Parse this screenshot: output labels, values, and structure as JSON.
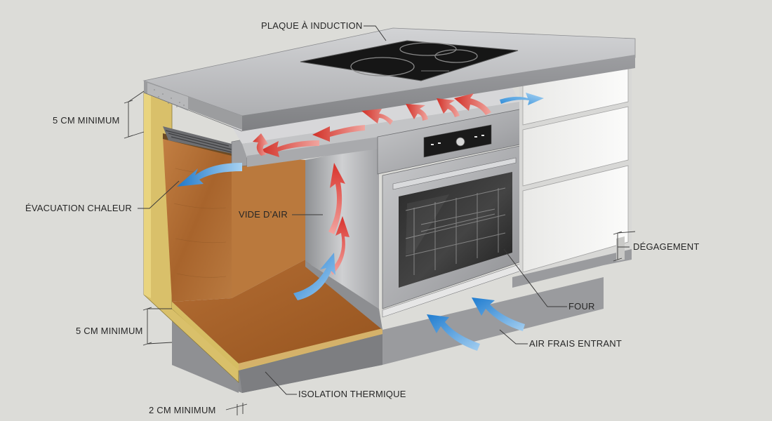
{
  "labels": {
    "induction": "PLAQUE À INDUCTION",
    "top_gap": "5 CM MINIMUM",
    "heat_exhaust": "ÉVACUATION CHALEUR",
    "air_gap": "VIDE D’AIR",
    "clearance": "DÉGAGEMENT",
    "oven": "FOUR",
    "bottom_gap": "5 CM MINIMUM",
    "fresh_air": "AIR FRAIS ENTRANT",
    "insulation": "ISOLATION THERMIQUE",
    "base_gap": "2 CM MINIMUM"
  },
  "colors": {
    "background": "#dcdcd8",
    "countertop": "#bfc0c2",
    "hob": "#161616",
    "insulation": "#d9c06a",
    "wood": "#b9773e",
    "steel": "#b7b8ba",
    "drawer": "#f4f4f2",
    "hot_air": "#d9322b",
    "cool_air": "#2f8fd8"
  },
  "icons": {
    "hot": "red-hot-air-arrow",
    "cool": "blue-fresh-air-arrow"
  }
}
